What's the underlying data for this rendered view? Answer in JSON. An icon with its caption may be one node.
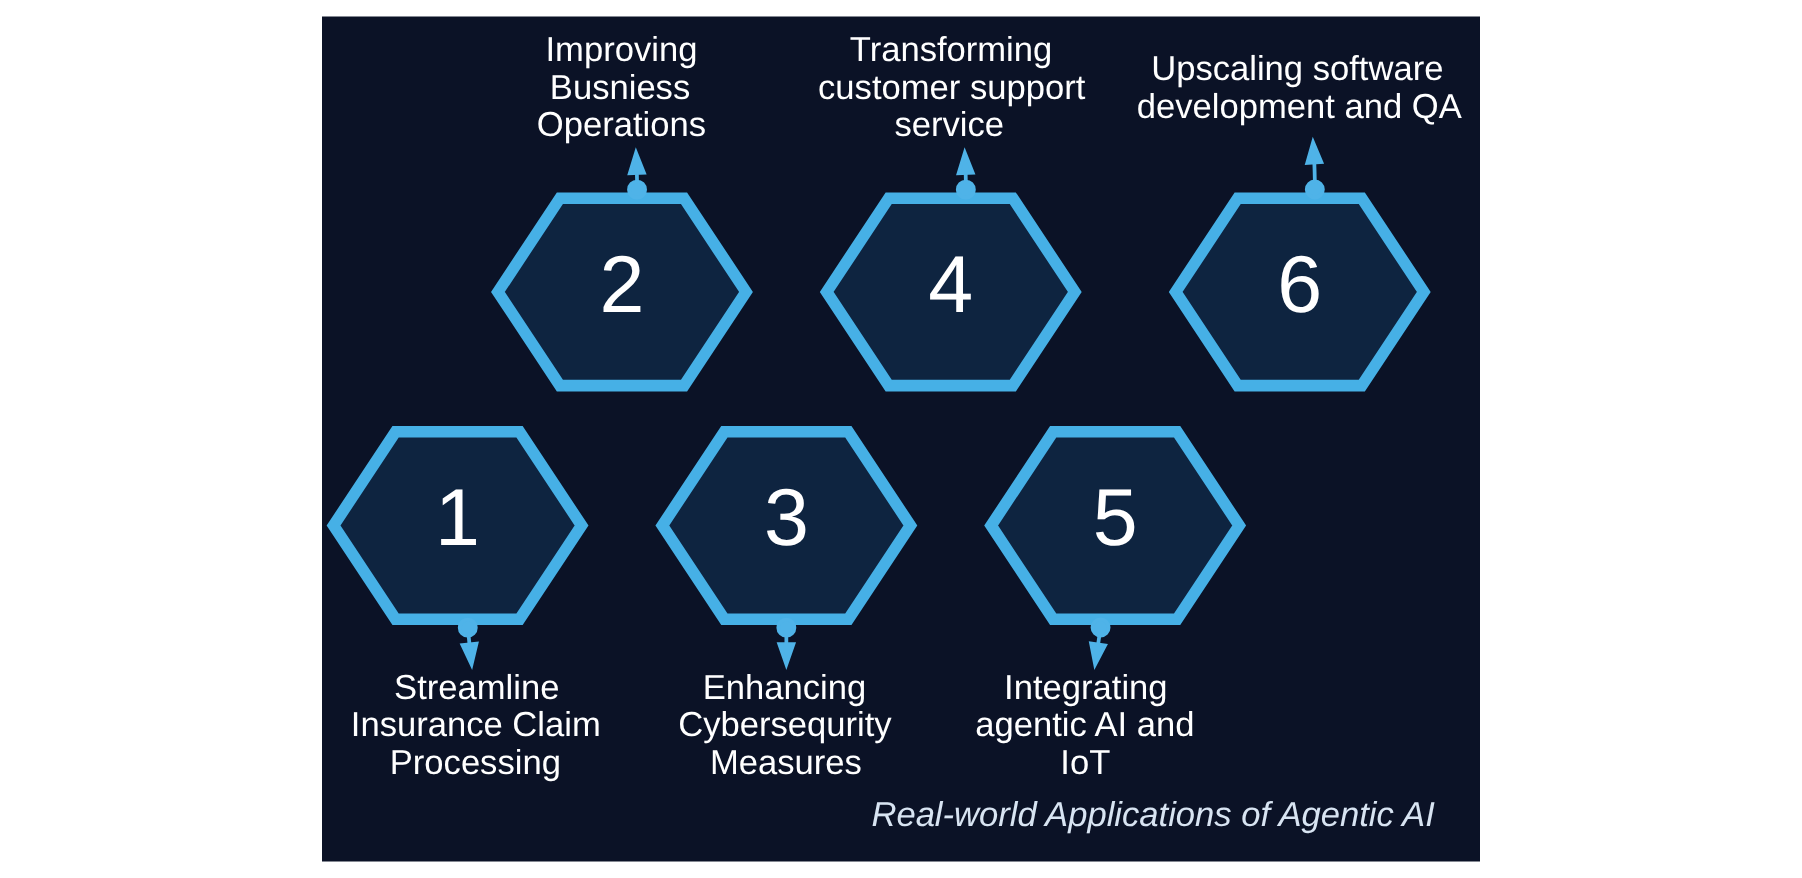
{
  "diagram": {
    "title": "Real-world Applications of Agentic AI",
    "nodes": [
      {
        "text": [
          "1"
        ]
      },
      {
        "text": [
          "2"
        ]
      },
      {
        "text": [
          "3"
        ]
      },
      {
        "text": [
          "4"
        ]
      },
      {
        "text": [
          "5"
        ]
      },
      {
        "text": [
          "6"
        ]
      },
      {
        "text": [
          "Streamline Insurance Claim Processing"
        ]
      },
      {
        "text": [
          "Improving Busniess Operations"
        ]
      },
      {
        "text": [
          "Enhancing Cybersequrity Measures"
        ]
      },
      {
        "text": [
          "Transforming customer support service"
        ]
      },
      {
        "text": [
          "Integrating agentic AI and IoT"
        ]
      },
      {
        "text": [
          "Upscaling software development and QA"
        ]
      }
    ],
    "edges": [
      {
        "from": 0,
        "to": 6,
        "arrow": "to"
      },
      {
        "from": 1,
        "to": 7,
        "arrow": "to"
      },
      {
        "from": 2,
        "to": 8,
        "arrow": "to"
      },
      {
        "from": 3,
        "to": 9,
        "arrow": "to"
      },
      {
        "from": 4,
        "to": 10,
        "arrow": "to"
      },
      {
        "from": 5,
        "to": 11,
        "arrow": "to"
      }
    ]
  }
}
